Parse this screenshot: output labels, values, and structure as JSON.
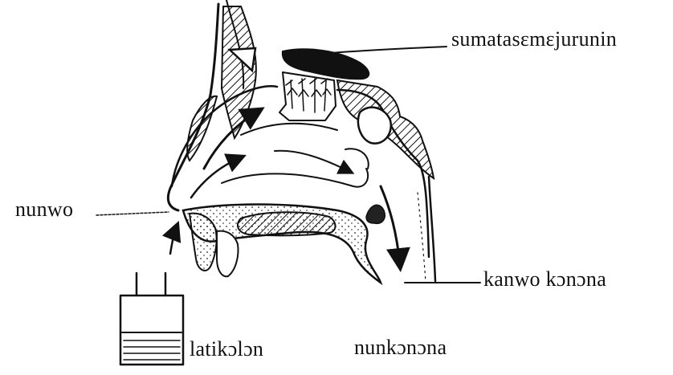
{
  "labels": {
    "olfactory": "sumatasɛmɛjurunin",
    "nostril": "nunwo",
    "throat": "kanwo kɔnɔna",
    "container": "latikɔlɔn",
    "mouth": "nunkɔnɔna"
  }
}
